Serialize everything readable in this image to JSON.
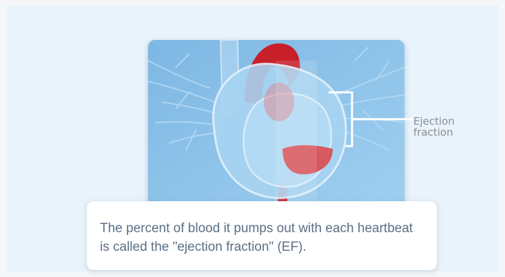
{
  "annotation": {
    "line1": "Ejection",
    "line2": "fraction"
  },
  "caption": {
    "line1": "The percent of blood it pumps out with each heartbeat",
    "line2": "is called the \"ejection fraction\" (EF)."
  },
  "colors": {
    "background": "#e8f3fb",
    "panel": "#8fc4ea",
    "blood": "#c8202a",
    "caption_text": "#5b6f85",
    "annotation_text": "#8d8f93",
    "bracket": "#ffffff"
  }
}
